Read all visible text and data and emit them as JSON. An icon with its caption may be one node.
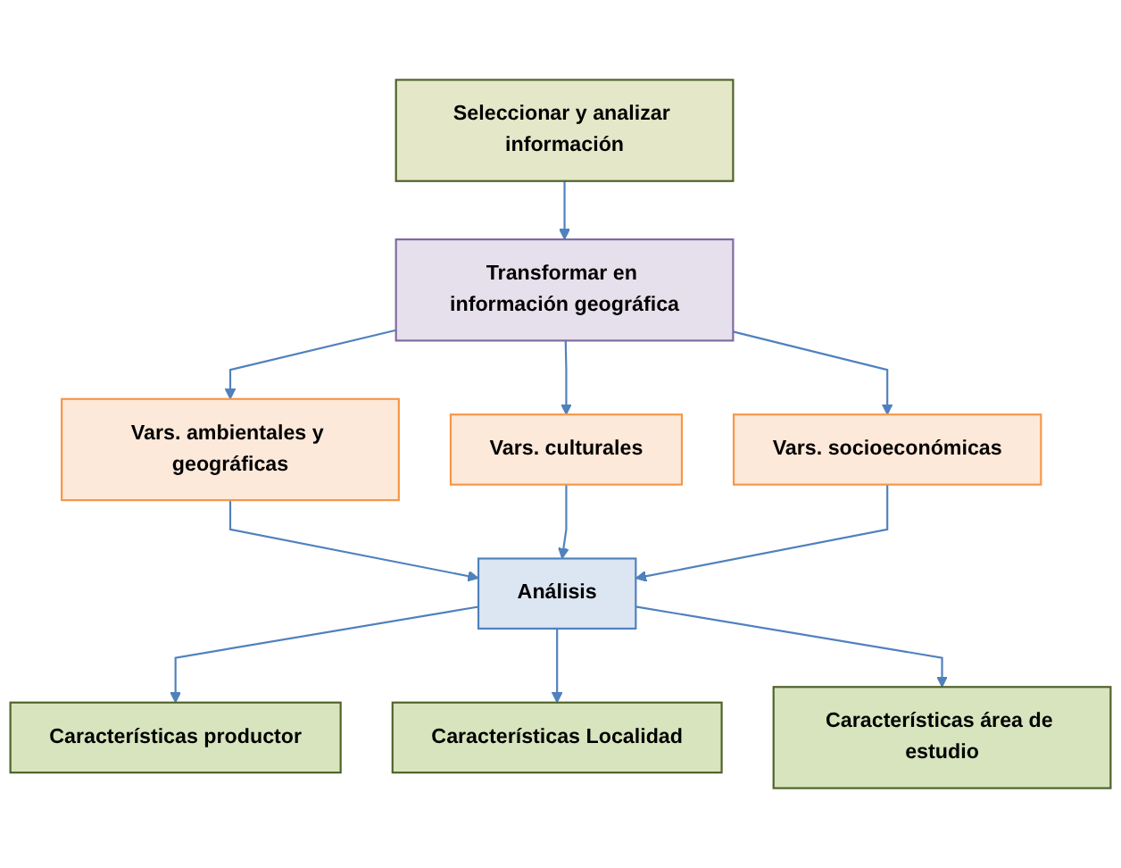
{
  "diagram": {
    "nodes": [
      {
        "text": [
          "Seleccionar y analizar información"
        ]
      },
      {
        "text": [
          "Transformar en información geográfica"
        ]
      },
      {
        "text": [
          "Vars. ambientales y geográficas"
        ]
      },
      {
        "text": [
          "Vars. culturales"
        ]
      },
      {
        "text": [
          "Vars. socioeconómicas"
        ]
      },
      {
        "text": [
          "Análisis"
        ]
      },
      {
        "text": [
          "Características productor"
        ]
      },
      {
        "text": [
          "Características Localidad"
        ]
      },
      {
        "text": [
          "Características área de estudio"
        ]
      }
    ],
    "edges": [
      {
        "from": 0,
        "to": 1,
        "arrow": "to"
      },
      {
        "from": 1,
        "to": 2,
        "arrow": "to"
      },
      {
        "from": 1,
        "to": 3,
        "arrow": "to"
      },
      {
        "from": 1,
        "to": 4,
        "arrow": "to"
      },
      {
        "from": 2,
        "to": 5,
        "arrow": "to"
      },
      {
        "from": 3,
        "to": 5,
        "arrow": "to"
      },
      {
        "from": 4,
        "to": 5,
        "arrow": "to"
      },
      {
        "from": 5,
        "to": 6,
        "arrow": "to"
      },
      {
        "from": 5,
        "to": 7,
        "arrow": "to"
      },
      {
        "from": 5,
        "to": 8,
        "arrow": "to"
      }
    ]
  }
}
